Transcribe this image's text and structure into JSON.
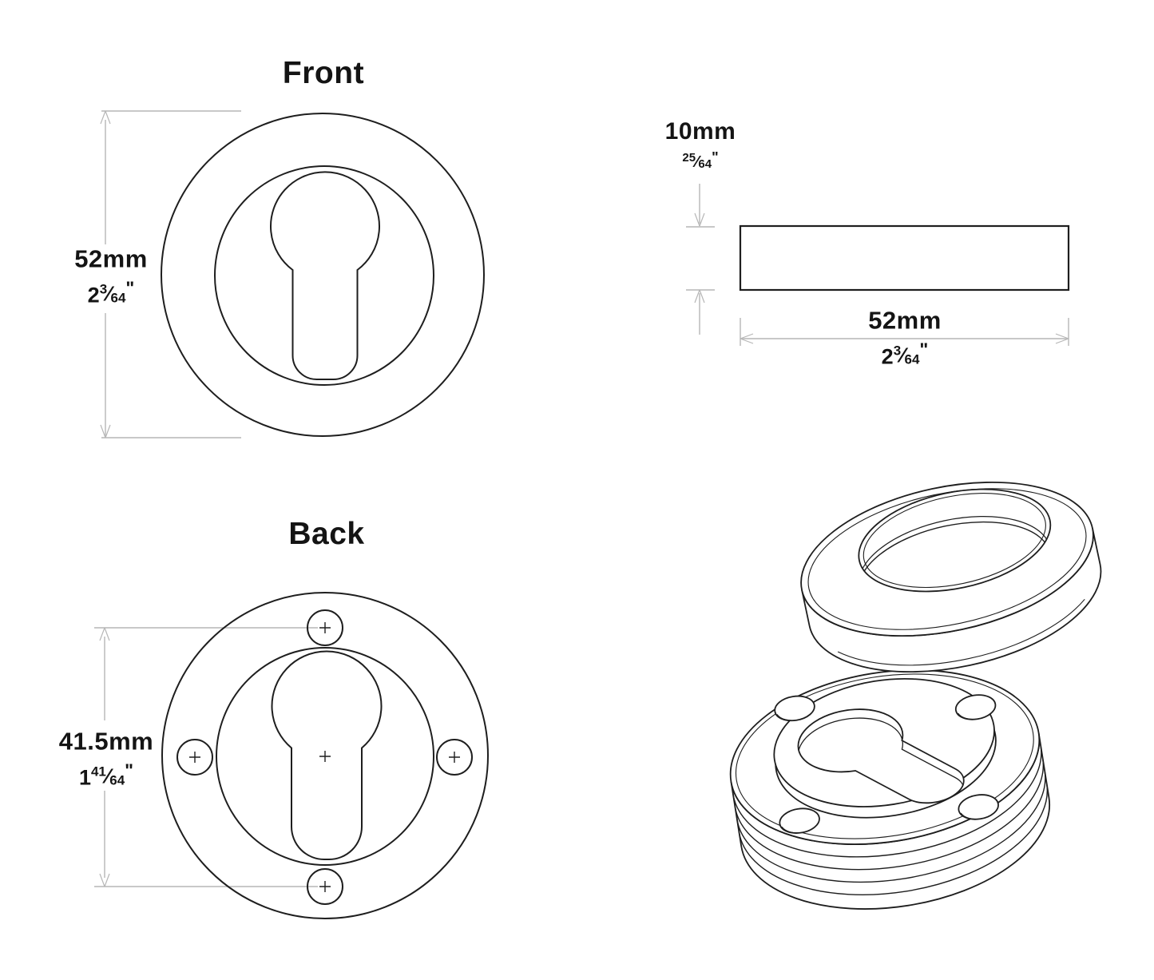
{
  "document": {
    "type": "technical-drawing",
    "background": "#ffffff"
  },
  "colors": {
    "geometry_line": "#1e1e1e",
    "dimension_line": "#b6b6b6",
    "text": "#141414"
  },
  "glyphs": {
    "fraction_slash": "⁄",
    "inch_mark": "\"",
    "center_mark": "+"
  },
  "front_view": {
    "title": "Front",
    "diameter_mm": "52mm",
    "diameter_in": {
      "whole": "2",
      "num": "3",
      "den": "64"
    }
  },
  "side_view": {
    "thickness_mm": "10mm",
    "thickness_in": {
      "num": "25",
      "den": "64"
    },
    "width_mm": "52mm",
    "width_in": {
      "whole": "2",
      "num": "3",
      "den": "64"
    }
  },
  "back_view": {
    "title": "Back",
    "hole_spacing_mm": "41.5mm",
    "hole_spacing_in": {
      "whole": "1",
      "num": "41",
      "den": "64"
    }
  },
  "isometric_view": {
    "parts": [
      "cover-ring",
      "base-plate"
    ]
  }
}
